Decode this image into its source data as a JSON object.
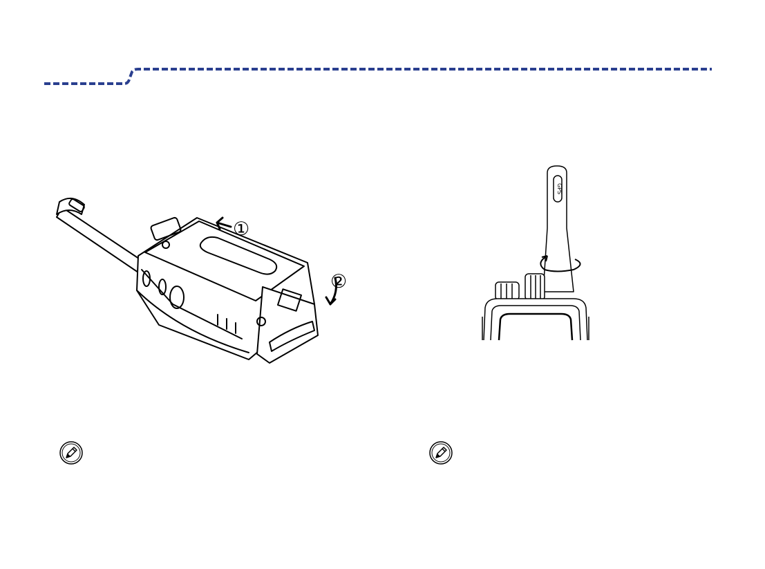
{
  "page": {
    "background": "#ffffff",
    "rule_color": "#2a3f8f"
  },
  "figures": {
    "battery_install": {
      "step_1": "①",
      "step_2": "②"
    },
    "antenna_install": {
      "antenna_text": "GPS"
    }
  },
  "notes": {
    "left_icon": "pencil-note-icon",
    "right_icon": "pencil-note-icon"
  }
}
